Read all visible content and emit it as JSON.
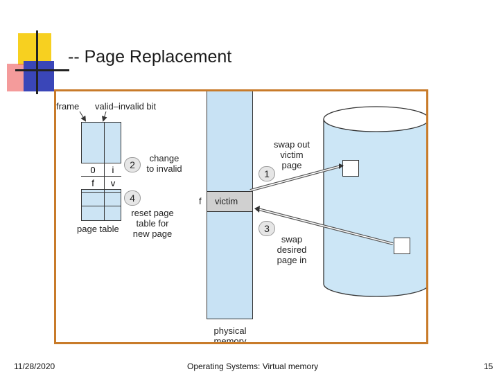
{
  "slide": {
    "title": "-- Page Replacement",
    "footer_date": "11/28/2020",
    "footer_course": "Operating Systems: Virtual memory",
    "footer_page": "15"
  },
  "diagram": {
    "label_frame": "frame",
    "label_valid_invalid": "valid–invalid bit",
    "page_table_rows": [
      {
        "frame": "0",
        "bit": "i"
      },
      {
        "frame": "f",
        "bit": "v"
      }
    ],
    "label_page_table": "page table",
    "step1": {
      "num": "1",
      "line1": "swap out",
      "line2": "victim",
      "line3": "page"
    },
    "step2": {
      "num": "2",
      "line1": "change",
      "line2": "to invalid"
    },
    "step3": {
      "num": "3",
      "line1": "swap",
      "line2": "desired",
      "line3": "page in"
    },
    "step4": {
      "num": "4",
      "line1": "reset page",
      "line2": "table for",
      "line3": "new page"
    },
    "label_f": "f",
    "label_victim": "victim",
    "memory_line1": "physical",
    "memory_line2": "memory"
  },
  "colors": {
    "border": "#c87b2a",
    "memory_fill": "#c8e2f4",
    "disk_fill": "#cce6f6",
    "victim_fill": "#d0d0d0"
  }
}
